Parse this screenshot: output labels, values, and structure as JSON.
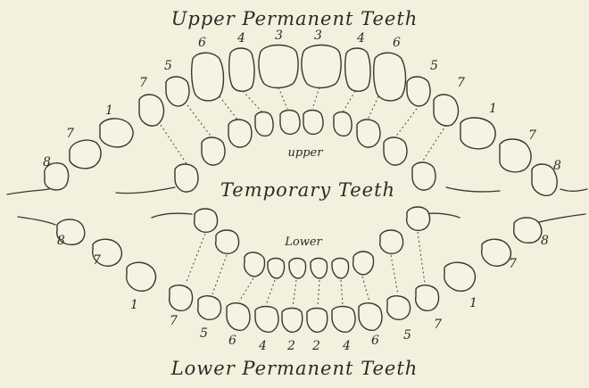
{
  "titles": {
    "upper_permanent": "Upper Permanent Teeth",
    "temporary": "Temporary Teeth",
    "lower_permanent": "Lower Permanent Teeth"
  },
  "inner_labels": {
    "upper": "upper",
    "lower": "Lower"
  },
  "upper_numbers": {
    "left": [
      "8",
      "7",
      "1",
      "7",
      "5",
      "6",
      "4",
      "3"
    ],
    "right": [
      "3",
      "4",
      "6",
      "5",
      "7",
      "1",
      "7",
      "8"
    ]
  },
  "lower_numbers": {
    "left": [
      "8",
      "7",
      "1",
      "7",
      "5",
      "6",
      "4",
      "2"
    ],
    "right": [
      "2",
      "4",
      "6",
      "5",
      "7",
      "1",
      "7",
      "8"
    ]
  }
}
